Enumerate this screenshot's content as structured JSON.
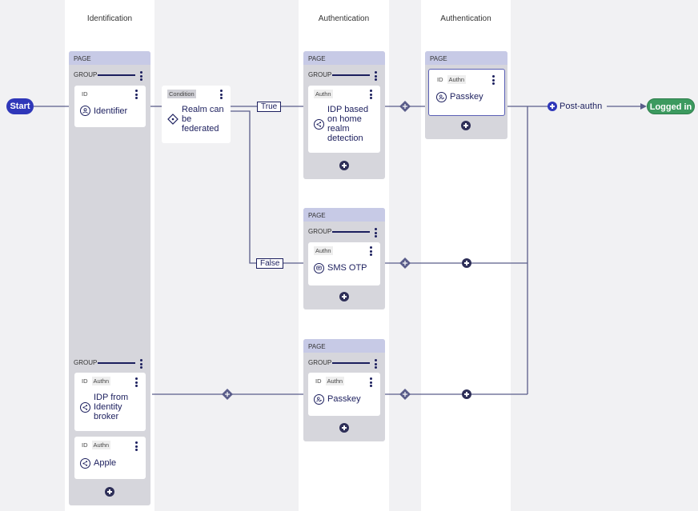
{
  "lanes": {
    "identification": "Identification",
    "authentication_1": "Authentication",
    "authentication_2": "Authentication"
  },
  "labels": {
    "page": "PAGE",
    "group": "GROUP",
    "id": "ID",
    "authn": "Authn",
    "condition": "Condition"
  },
  "nodes": {
    "start": "Start",
    "logged_in": "Logged in",
    "post_authn": "Post-authn"
  },
  "cards": {
    "identifier": "Identifier",
    "condition": "Realm can be federated",
    "idp_home_realm": "IDP based on home realm detection",
    "passkey_top": "Passkey",
    "sms_otp": "SMS OTP",
    "idp_broker": "IDP from Identity broker",
    "apple": "Apple",
    "passkey_bottom": "Passkey"
  },
  "branches": {
    "true": "True",
    "false": "False"
  },
  "colors": {
    "start_pill": "#2f37b9",
    "logged_in_pill": "#3c9a5f",
    "line": "#5a5d8a",
    "dark": "#1c1f5e"
  }
}
